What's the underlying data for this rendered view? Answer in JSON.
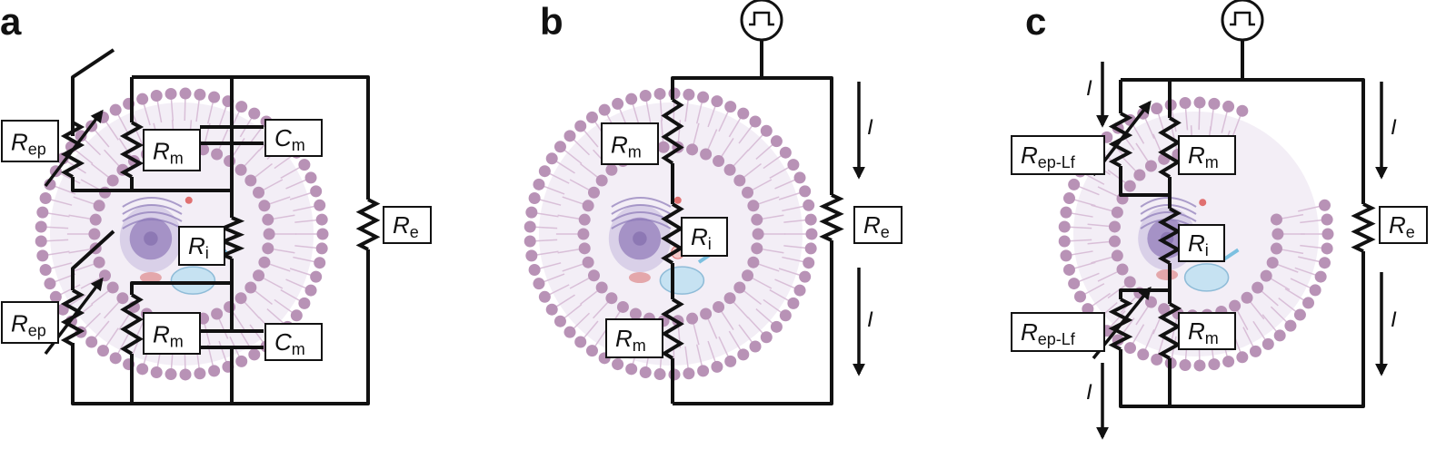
{
  "panels": [
    {
      "letter": "a"
    },
    {
      "letter": "b"
    },
    {
      "letter": "c"
    }
  ],
  "labels": {
    "R": "R",
    "C": "C",
    "I": "I",
    "sub_ep": "ep",
    "sub_m": "m",
    "sub_i": "i",
    "sub_e": "e",
    "sub_ep_lf": "ep-Lf"
  },
  "colors": {
    "wire": "#111111",
    "lipid_head": "#b892b6",
    "lipid_tail": "#d9bfd8",
    "cyto": "#f3eef6",
    "nucleus": "#a592c6",
    "er": "#8c79b8",
    "vesicle": "#c6e2f2",
    "mito": "#e4a7ab",
    "dots": "#e07070"
  },
  "icons": {
    "source": "square-wave-source-icon",
    "resistor": "zigzag-resistor-icon",
    "capacitor": "capacitor-icon",
    "current": "arrow-down-icon"
  }
}
